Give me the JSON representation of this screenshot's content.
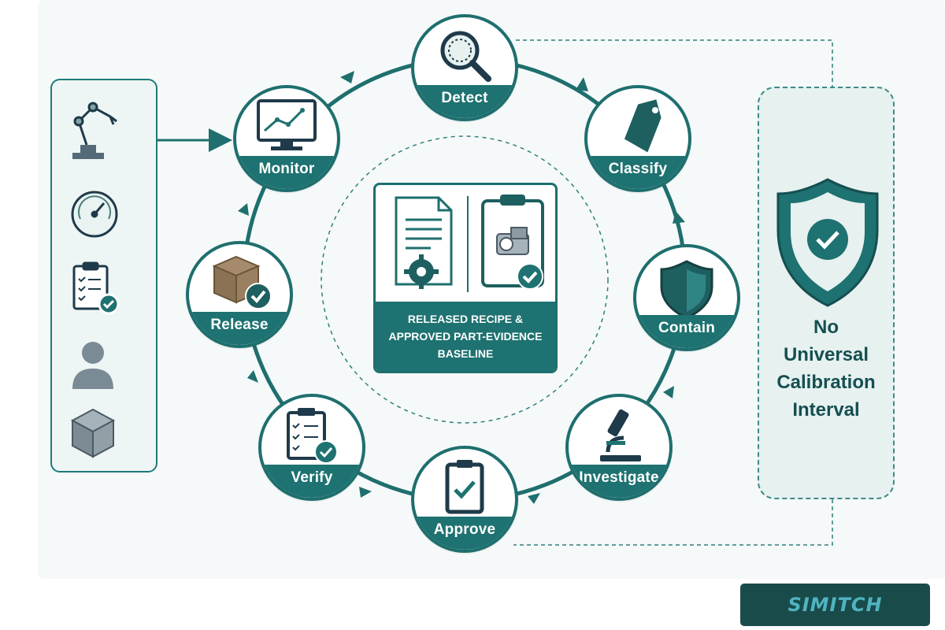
{
  "center": {
    "label": "RELEASED RECIPE &\nAPPROVED PART-EVIDENCE\nBASELINE"
  },
  "nodes": {
    "detect": {
      "label": "Detect",
      "icon": "magnifier-icon"
    },
    "classify": {
      "label": "Classify",
      "icon": "tag-icon"
    },
    "contain": {
      "label": "Contain",
      "icon": "shield-icon"
    },
    "investigate": {
      "label": "Investigate",
      "icon": "microscope-icon"
    },
    "approve": {
      "label": "Approve",
      "icon": "clipboard-check-icon"
    },
    "verify": {
      "label": "Verify",
      "icon": "checklist-icon"
    },
    "release": {
      "label": "Release",
      "icon": "box-check-icon"
    },
    "monitor": {
      "label": "Monitor",
      "icon": "monitor-chart-icon"
    }
  },
  "inputs": {
    "icons": [
      "robot-arm-icon",
      "gauge-icon",
      "checklist-icon",
      "person-icon",
      "cube-icon"
    ]
  },
  "side_note": {
    "label": "No\nUniversal\nCalibration\nInterval",
    "icon": "shield-check-icon"
  },
  "logo": {
    "text": "SIMITCH"
  },
  "colors": {
    "teal_dark": "#1e6f6e",
    "teal_band": "#1e7271",
    "teal_light": "#e6f1f0",
    "background": "#f6f9f9"
  }
}
